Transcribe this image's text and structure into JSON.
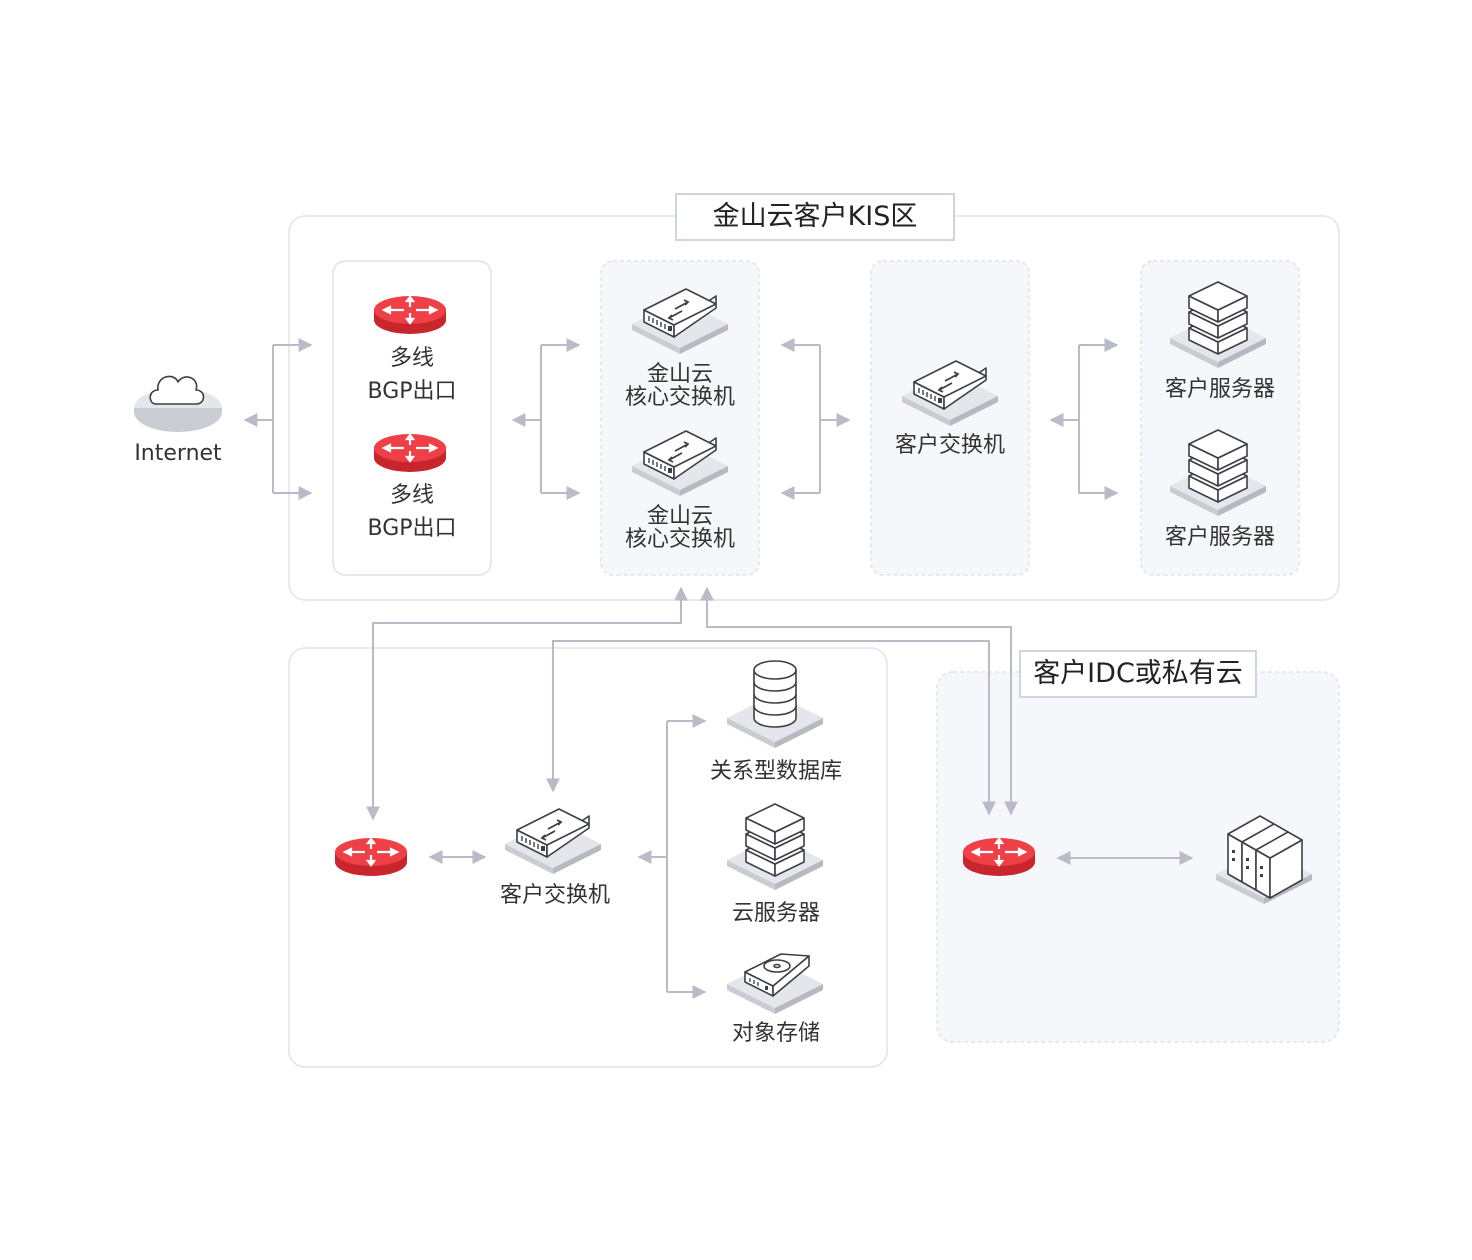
{
  "colors": {
    "accent": "#e8363d",
    "border": "#dfe3ea",
    "dashed_fill": "#f6f7fa",
    "arrow": "#b9bcc6"
  },
  "zones": {
    "kis": {
      "title": "金山云客户KIS区"
    },
    "idc": {
      "title": "客户IDC或私有云"
    }
  },
  "nodes": {
    "internet": {
      "label": "Internet",
      "icon": "cloud-icon"
    },
    "bgp1": {
      "line1": "多线",
      "line2": "BGP出口",
      "icon": "router-icon"
    },
    "bgp2": {
      "line1": "多线",
      "line2": "BGP出口",
      "icon": "router-icon"
    },
    "core1": {
      "line1": "金山云",
      "line2": "核心交换机",
      "icon": "switch-icon"
    },
    "core2": {
      "line1": "金山云",
      "line2": "核心交换机",
      "icon": "switch-icon"
    },
    "kis_switch": {
      "label": "客户交换机",
      "icon": "switch-icon"
    },
    "kis_server1": {
      "label": "客户服务器",
      "icon": "server-stack-icon"
    },
    "kis_server2": {
      "label": "客户服务器",
      "icon": "server-stack-icon"
    },
    "cloud_switch": {
      "label": "客户交换机",
      "icon": "switch-icon"
    },
    "rdb": {
      "label": "关系型数据库",
      "icon": "database-icon"
    },
    "cloud_server": {
      "label": "云服务器",
      "icon": "server-stack-icon"
    },
    "obj_storage": {
      "label": "对象存储",
      "icon": "storage-icon"
    },
    "cloud_router": {
      "icon": "router-icon"
    },
    "idc_router": {
      "icon": "router-icon"
    },
    "idc_rack": {
      "icon": "server-rack-icon"
    }
  }
}
